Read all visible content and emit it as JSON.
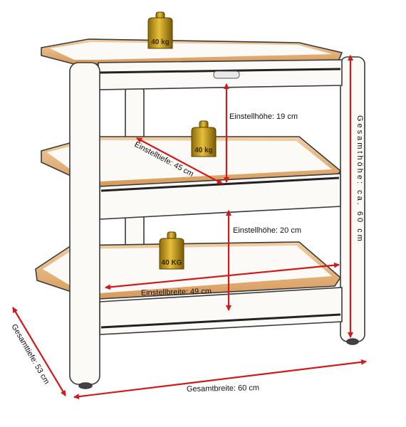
{
  "colors": {
    "arrow": "#d11a1a",
    "frame_stroke": "#3a3a3a",
    "wood": "#e2b07a",
    "weight_gold": "#c99b1c"
  },
  "weights": {
    "top": "40 kg",
    "middle": "40 kg",
    "bottom": "40 KG"
  },
  "dimensions": {
    "adjust_height_upper": "Einstellhöhe: 19 cm",
    "adjust_depth": "Einstelltiefe: 45 cm",
    "adjust_height_lower": "Einstellhöhe: 20 cm",
    "adjust_width": "Einstellbreite: 49 cm",
    "total_width": "Gesamtbreite: 60 cm",
    "total_depth": "Gesamttiefe: 53 cm",
    "total_height": "Gesamthöhe: ca. 60 cm"
  }
}
